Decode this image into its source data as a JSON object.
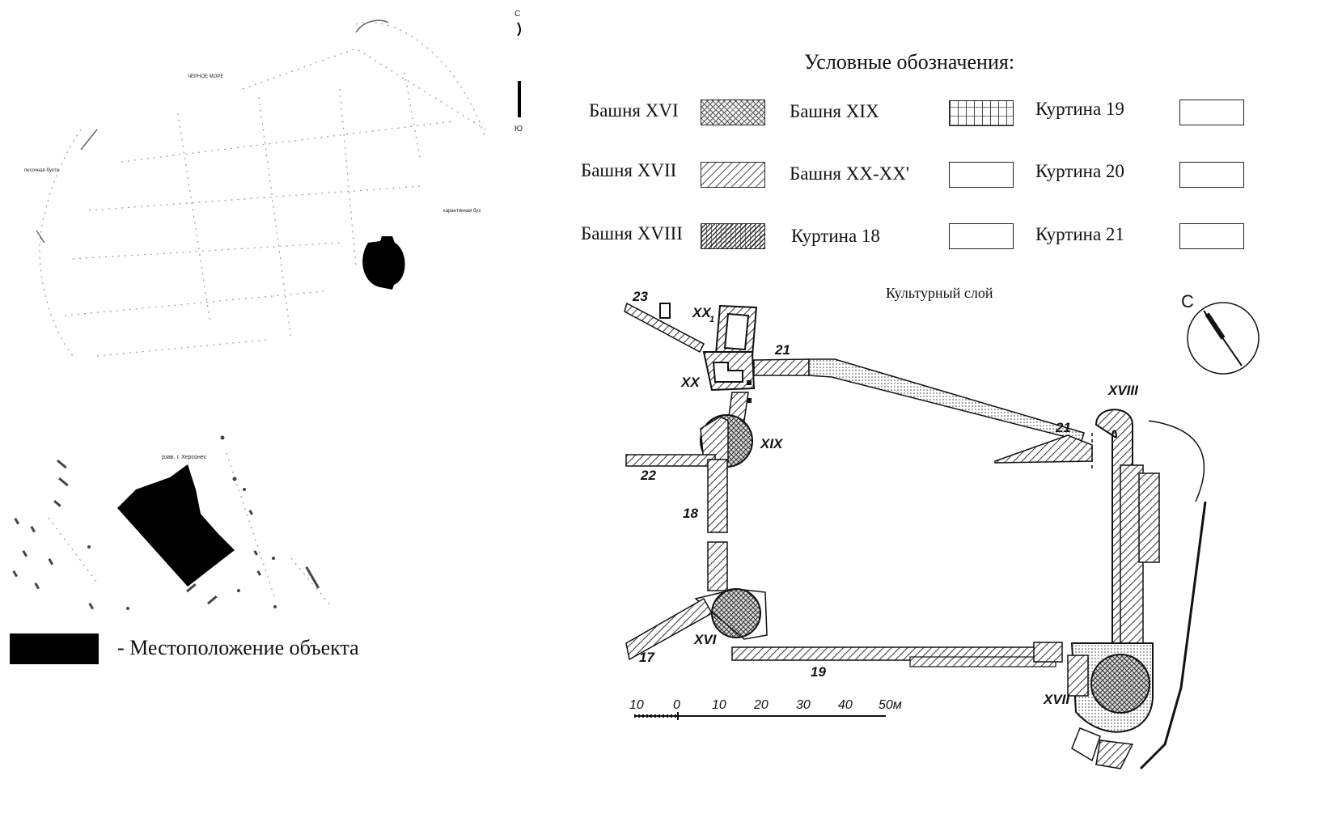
{
  "location_map": {
    "north_letter": "С",
    "south_letter": "Ю",
    "sea_label": "ЧЕРНОЕ МОРЕ",
    "bay_left": "песочная бухта",
    "bay_right": "карантинная бух",
    "reserve_label": "рзав. г. Херсонес",
    "legend_text": "- Местоположение объекта"
  },
  "legend": {
    "title": "Условные обозначения:",
    "items": [
      {
        "label": "Башня XVI",
        "pattern": "cross"
      },
      {
        "label": "Башня XIX",
        "pattern": "grid"
      },
      {
        "label": "Куртина 19",
        "pattern": "blank"
      },
      {
        "label": "Башня XVII",
        "pattern": "hatch"
      },
      {
        "label": "Башня XX-XX'",
        "pattern": "blank"
      },
      {
        "label": "Куртина 20",
        "pattern": "blank"
      },
      {
        "label": "Башня XVIII",
        "pattern": "hatch-dense"
      },
      {
        "label": "Куртина 18",
        "pattern": "blank"
      },
      {
        "label": "Куртина 21",
        "pattern": "blank"
      }
    ]
  },
  "plan": {
    "layer_label": "Культурный слой",
    "compass_letter": "С",
    "towers": {
      "t16": "XVI",
      "t17": "XVII",
      "t18": "XVIII",
      "t19": "XIX",
      "t20": "XX",
      "t20b": "XX",
      "t20b_sub": "1"
    },
    "curtains": {
      "c17": "17",
      "c18": "18",
      "c19": "19",
      "c21a": "21",
      "c21b": "21",
      "c22": "22",
      "c23": "23"
    },
    "scale_ticks": [
      "10",
      "0",
      "10",
      "20",
      "30",
      "40",
      "50м"
    ]
  },
  "colors": {
    "ink": "#111111",
    "fill_dark": "#000000",
    "hatch": "#555555"
  }
}
